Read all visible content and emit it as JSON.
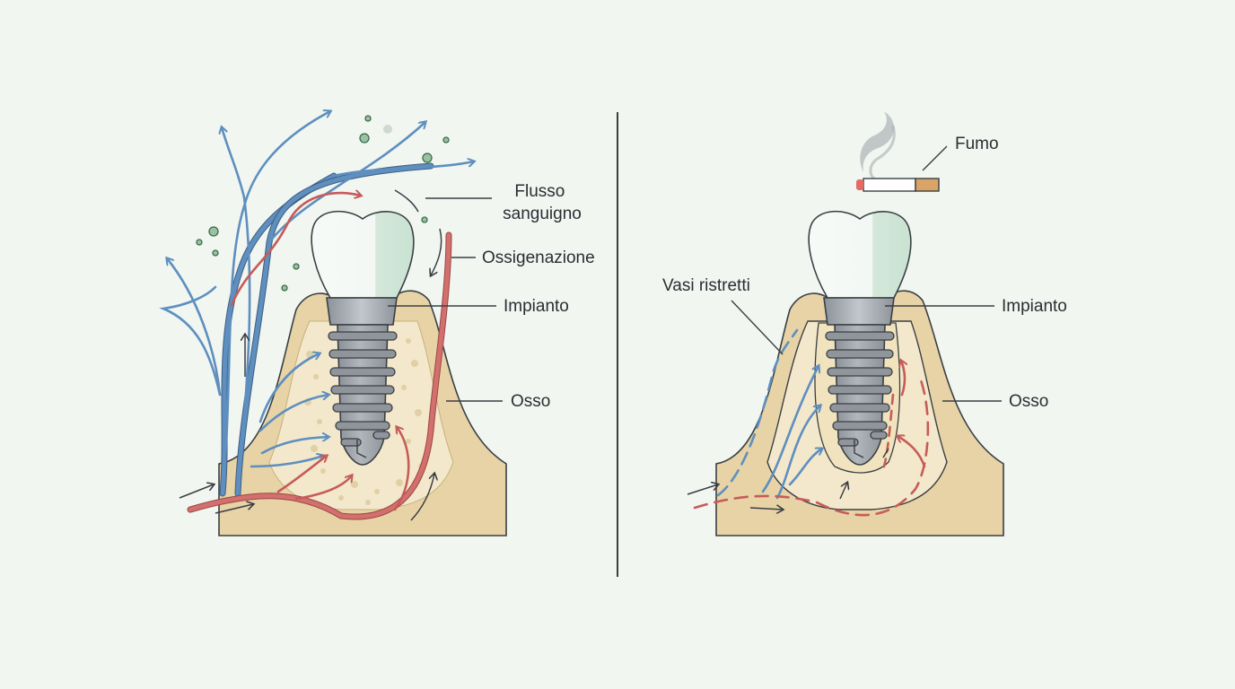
{
  "labels": {
    "left": {
      "blood_flow": [
        "Flusso",
        "sanguigno"
      ],
      "oxygenation": "Ossigenazione",
      "implant": "Impianto",
      "bone": "Osso"
    },
    "right": {
      "smoke": "Fumo",
      "narrowed_vessels": "Vasi ristretti",
      "implant": "Impianto",
      "bone": "Osso"
    }
  },
  "colors": {
    "background": "#f1f6f1",
    "bone_outer": "#e7d3a6",
    "bone_inner": "#f3e9cd",
    "vessel_blue": "#6f9ec9",
    "vessel_red": "#d2706e",
    "implant": "#9ea4aa",
    "tooth": "#f4f8f4",
    "tooth_shade": "#cfe4d6",
    "divider": "#3b3f44"
  },
  "icons": {
    "smoke": "smoke-icon",
    "cigarette": "cigarette-icon",
    "tooth": "tooth-icon",
    "implant": "implant-screw-icon",
    "arrow": "arrow-icon"
  }
}
